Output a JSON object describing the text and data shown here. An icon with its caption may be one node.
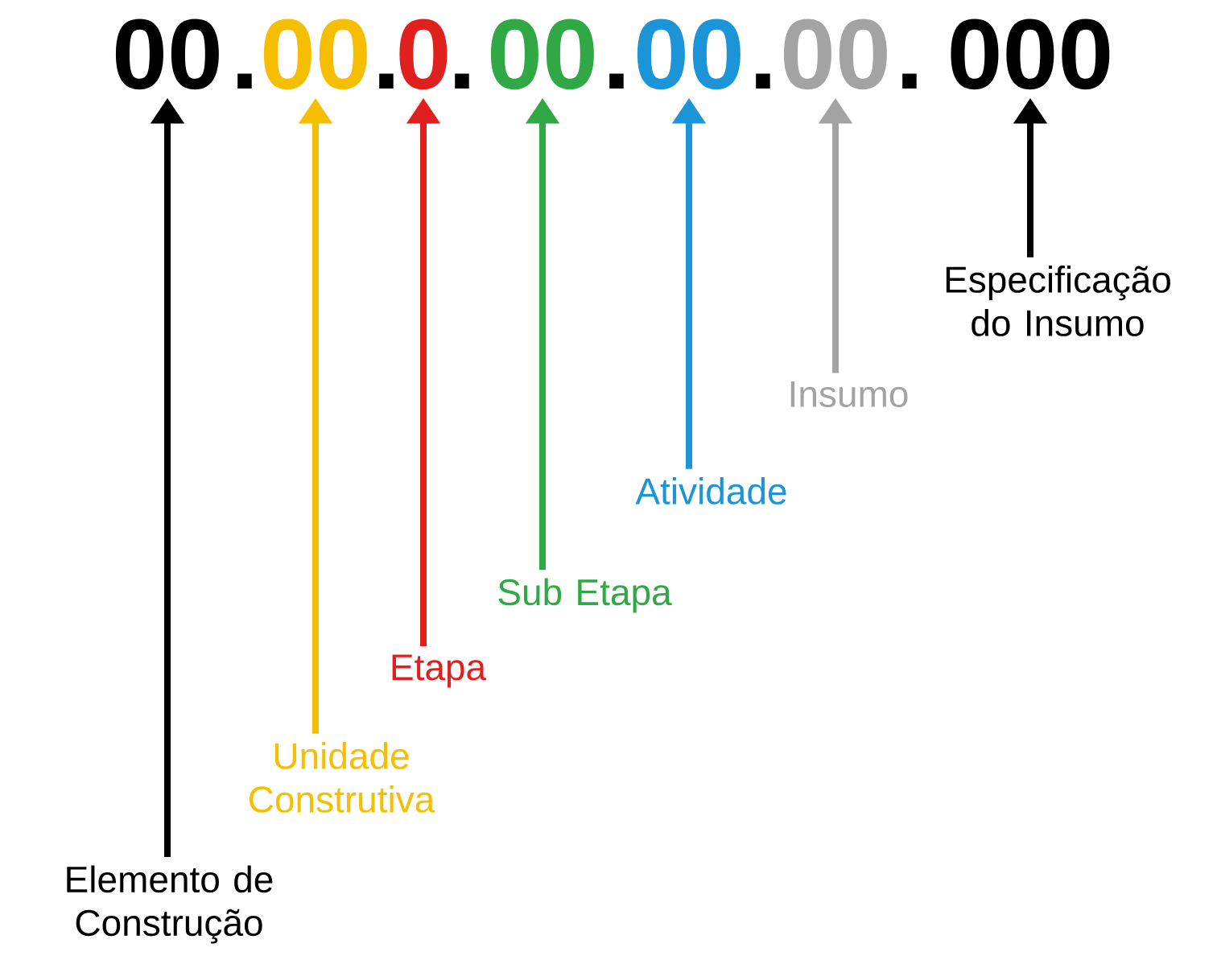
{
  "diagram": {
    "nodes": [
      {
        "text": [
          "00"
        ]
      },
      {
        "text": [
          "00"
        ]
      },
      {
        "text": [
          "0"
        ]
      },
      {
        "text": [
          "00"
        ]
      },
      {
        "text": [
          "00"
        ]
      },
      {
        "text": [
          "00"
        ]
      },
      {
        "text": [
          "000"
        ]
      },
      {
        "text": [
          "Elemento de Construção"
        ]
      },
      {
        "text": [
          "Unidade Construtiva"
        ]
      },
      {
        "text": [
          "Etapa"
        ]
      },
      {
        "text": [
          "Sub Etapa"
        ]
      },
      {
        "text": [
          "Atividade"
        ]
      },
      {
        "text": [
          "Insumo"
        ]
      },
      {
        "text": [
          "Especificação do Insumo"
        ]
      }
    ],
    "edges": [
      {
        "from": 7,
        "to": 0,
        "arrow": "to"
      },
      {
        "from": 8,
        "to": 1,
        "arrow": "to",
        "color": "#f5be00"
      },
      {
        "from": 9,
        "to": 2,
        "arrow": "to",
        "color": "#e0201e"
      },
      {
        "from": 10,
        "to": 3,
        "arrow": "to",
        "color": "#2fa845"
      },
      {
        "from": 11,
        "to": 4,
        "arrow": "to",
        "color": "#1b95d8"
      },
      {
        "from": 12,
        "to": 5,
        "arrow": "to",
        "color": "#a3a3a3"
      },
      {
        "from": 13,
        "to": 6,
        "arrow": "to"
      }
    ],
    "labels": [
      ".",
      ".",
      ".",
      ".",
      ".",
      "."
    ]
  }
}
